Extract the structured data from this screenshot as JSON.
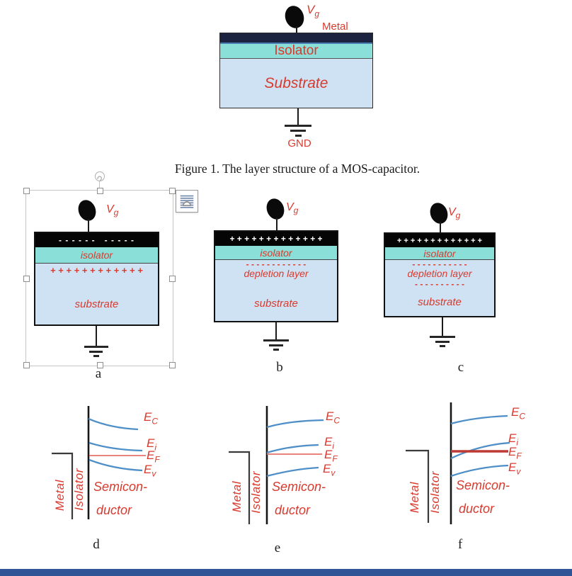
{
  "vg": {
    "main": "V",
    "sub": "g"
  },
  "figure1": {
    "metal_label": "Metal",
    "isolator_label": "Isolator",
    "substrate_label": "Substrate",
    "gnd_label": "GND",
    "caption": "Figure 1. The layer structure of a MOS-capacitor."
  },
  "diagram_a": {
    "letter": "a",
    "metal_charges": "- - - - - -   - - - - -",
    "isolator_label": "isolator",
    "substrate_charges": "+ + + + + + + + + + + +",
    "substrate_label": "substrate"
  },
  "diagram_b": {
    "letter": "b",
    "metal_charges": "+ + + + + + + + + + + + +",
    "isolator_label": "isolator",
    "depletion_dashes": "- - - - - - - - - - - -",
    "depletion_label": "depletion layer",
    "substrate_label": "substrate"
  },
  "diagram_c": {
    "letter": "c",
    "metal_charges": "+ + + + + + + + + + + + +",
    "isolator_label": "isolator",
    "depletion_dashes_top": "- - - - - - - - - - -",
    "depletion_label": "depletion layer",
    "depletion_dashes_bottom": "- - - - - - - - - -",
    "substrate_label": "substrate"
  },
  "band": {
    "metal_label": "Metal",
    "isolator_label": "Isolator",
    "semiconductor_line1": "Semicon-",
    "semiconductor_line2": "ductor",
    "levels": [
      {
        "main": "E",
        "sub": "C"
      },
      {
        "main": "E",
        "sub": "i"
      },
      {
        "main": "E",
        "sub": "F"
      },
      {
        "main": "E",
        "sub": "v"
      }
    ],
    "letter_d": "d",
    "letter_e": "e",
    "letter_f": "f"
  },
  "colors": {
    "metal_navy": "#1b2340",
    "metal_black": "#050505",
    "isolator_teal": "#8adfd8",
    "substrate_blue": "#cfe2f3",
    "label_red": "#d93a2e",
    "curve_blue": "#4e8fc7",
    "ef_red": "#e57268",
    "ef_dark_red": "#bf3a34",
    "page_border_blue": "#2f5597"
  }
}
